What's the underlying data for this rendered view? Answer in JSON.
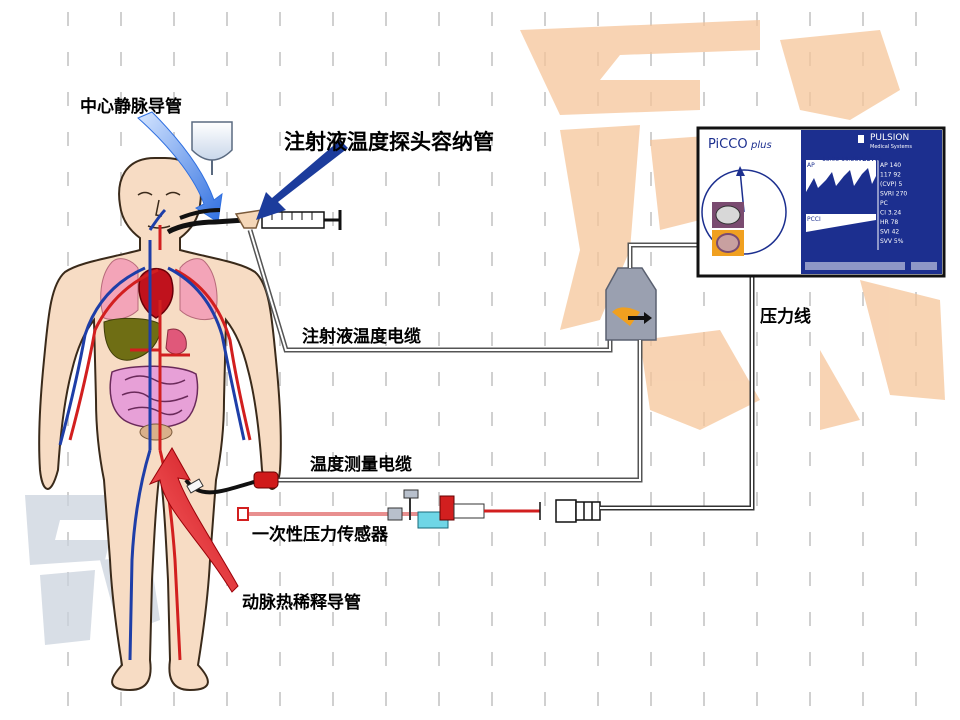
{
  "labels": {
    "central_venous_catheter": "中心静脉导管",
    "injectate_probe_housing": "注射液温度探头容纳管",
    "injectate_temp_cable": "注射液温度电缆",
    "pressure_line": "压力线",
    "temp_measure_cable": "温度测量电缆",
    "pressure_transducer": "一次性压力传感器",
    "arterial_catheter": "动脉热稀释导管"
  },
  "monitor": {
    "brand": "PiCCO",
    "brand_suffix": "plus",
    "maker": "PULSION",
    "maker_sub": "Medical Systems",
    "timestamp": "13.03 16:28",
    "temp": "TB37.6",
    "wave_label_ap": "AP",
    "wave_label_pcci": "PCCI",
    "params": [
      "AP 140",
      "117 92",
      "(CVP) 5",
      "SVRI 270",
      "PC",
      "CI 3.24",
      "HR 78",
      "SVI 42",
      "SVV 5%"
    ]
  },
  "colors": {
    "arrow_blue": "#2f6fe0",
    "arrow_red": "#e8202a",
    "artery_red": "#d21f1f",
    "vein_blue": "#1e3ea8",
    "skin": "#f7dcc4",
    "monitor_screen": "#1c2f8f",
    "watermark": "#f6c59a"
  }
}
